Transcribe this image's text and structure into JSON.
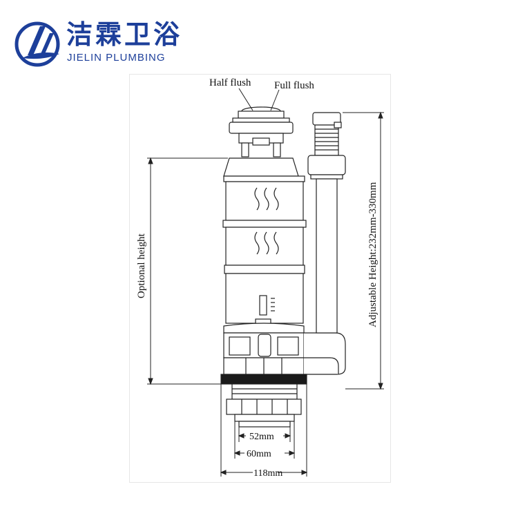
{
  "brand": {
    "name_cn": "洁霖卫浴",
    "name_en": "JIELIN PLUMBING",
    "color": "#1d3f9a"
  },
  "diagram": {
    "labels": {
      "half_flush": "Half flush",
      "full_flush": "Full flush",
      "optional_height": "Optional height",
      "adjustable_height": "Adjustable Height:232mm-330mm",
      "dim_52": "52mm",
      "dim_60": "60mm",
      "dim_118": "118mm"
    },
    "line_color": "#222222",
    "gasket_color": "#1a1a1a"
  }
}
